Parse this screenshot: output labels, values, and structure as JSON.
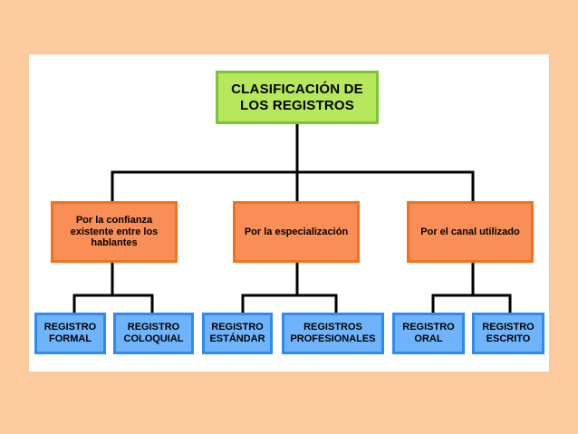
{
  "diagram": {
    "root": {
      "label": "CLASIFICACIÓN DE\nLOS REGISTROS"
    },
    "branches": [
      {
        "label": "Por la confianza\nexistente entre los\nhablantes"
      },
      {
        "label": "Por la especialización"
      },
      {
        "label": "Por el canal utilizado"
      }
    ],
    "leaves": [
      {
        "label": "REGISTRO\nFORMAL"
      },
      {
        "label": "REGISTRO\nCOLOQUIAL"
      },
      {
        "label": "REGISTRO\nESTÁNDAR"
      },
      {
        "label": "REGISTROS\nPROFESIONALES"
      },
      {
        "label": "REGISTRO\nORAL"
      },
      {
        "label": "REGISTRO\nESCRITO"
      }
    ]
  },
  "colors": {
    "page_background": "#FBCB9D",
    "panel_background": "#FFFFFF",
    "root_fill": "#B7E75A",
    "root_border": "#7CC43A",
    "branch_fill": "#F98E57",
    "branch_border": "#F2711F",
    "leaf_fill": "#6FB4FB",
    "leaf_border": "#2E8BF2",
    "connector": "#000000"
  }
}
